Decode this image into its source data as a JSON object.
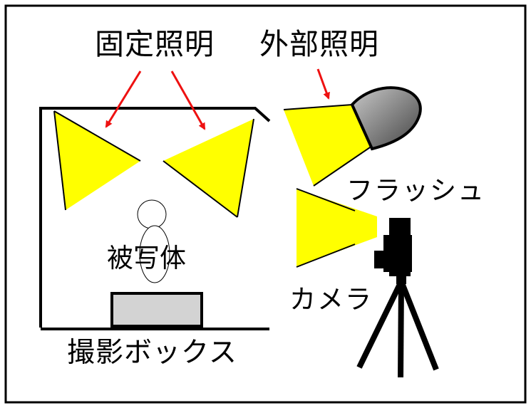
{
  "labels": {
    "fixed_lighting": "固定照明",
    "external_lighting": "外部照明",
    "flash": "フラッシュ",
    "subject": "被写体",
    "camera": "カメラ",
    "shooting_box": "撮影ボックス"
  },
  "colors": {
    "light_beam": "#ffff00",
    "arrow": "#ee1111",
    "outline": "#000000",
    "lamp_gradient_light": "#c8c8c8",
    "lamp_gradient_dark": "#444444",
    "platform_fill": "#d3d3d3",
    "camera_body": "#000000",
    "background": "#ffffff"
  }
}
